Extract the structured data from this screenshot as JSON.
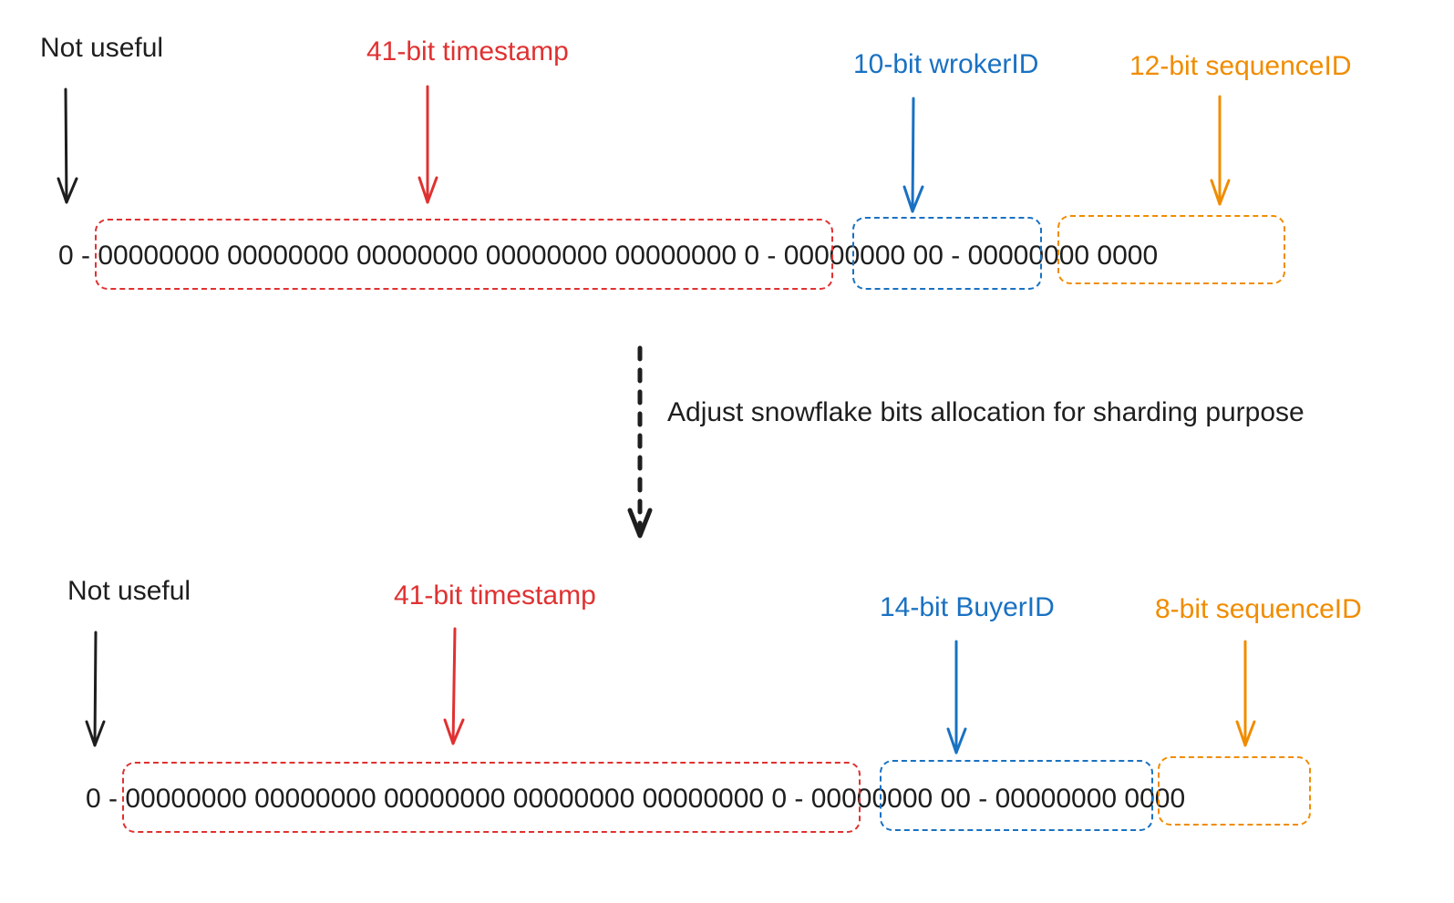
{
  "colors": {
    "black": "#1e1e1e",
    "red": "#e03131",
    "blue": "#1971c2",
    "orange": "#f08c00"
  },
  "top": {
    "not_useful": "Not useful",
    "timestamp_label": "41-bit timestamp",
    "worker_label": "10-bit wrokerID",
    "sequence_label": "12-bit sequenceID",
    "bits_line": "0 - 00000000 00000000 00000000 00000000 00000000 0 - 00000000 00 - 00000000 0000"
  },
  "transition": {
    "label": "Adjust snowflake bits allocation for sharding purpose"
  },
  "bottom": {
    "not_useful": "Not useful",
    "timestamp_label": "41-bit timestamp",
    "buyer_label": "14-bit BuyerID",
    "sequence_label": "8-bit sequenceID",
    "bits_line": "0 - 00000000 00000000 00000000 00000000 00000000 0 - 00000000 00 - 00000000 0000"
  }
}
